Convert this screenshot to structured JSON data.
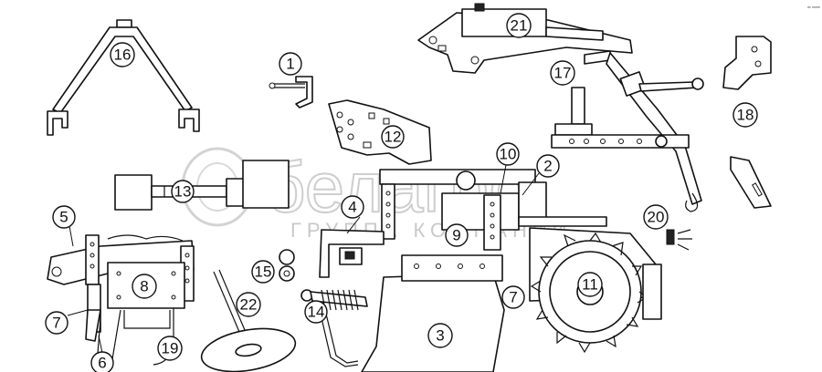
{
  "watermark": {
    "brand": "белагро",
    "subtitle": "ГРУППА КОМПАНИЙ"
  },
  "corner_mark": "ᵈᵒ ᵐᵐᵐ",
  "callouts": [
    {
      "id": "1",
      "label": "1"
    },
    {
      "id": "2",
      "label": "2"
    },
    {
      "id": "3",
      "label": "3"
    },
    {
      "id": "4",
      "label": "4"
    },
    {
      "id": "5",
      "label": "5"
    },
    {
      "id": "6",
      "label": "6"
    },
    {
      "id": "7a",
      "label": "7"
    },
    {
      "id": "7b",
      "label": "7"
    },
    {
      "id": "8",
      "label": "8"
    },
    {
      "id": "9",
      "label": "9"
    },
    {
      "id": "10",
      "label": "10"
    },
    {
      "id": "11",
      "label": "11"
    },
    {
      "id": "12",
      "label": "12"
    },
    {
      "id": "13",
      "label": "13"
    },
    {
      "id": "14",
      "label": "14"
    },
    {
      "id": "15",
      "label": "15"
    },
    {
      "id": "16",
      "label": "16"
    },
    {
      "id": "17",
      "label": "17"
    },
    {
      "id": "18",
      "label": "18"
    },
    {
      "id": "19",
      "label": "19"
    },
    {
      "id": "20",
      "label": "20"
    },
    {
      "id": "21",
      "label": "21"
    },
    {
      "id": "22",
      "label": "22"
    }
  ]
}
